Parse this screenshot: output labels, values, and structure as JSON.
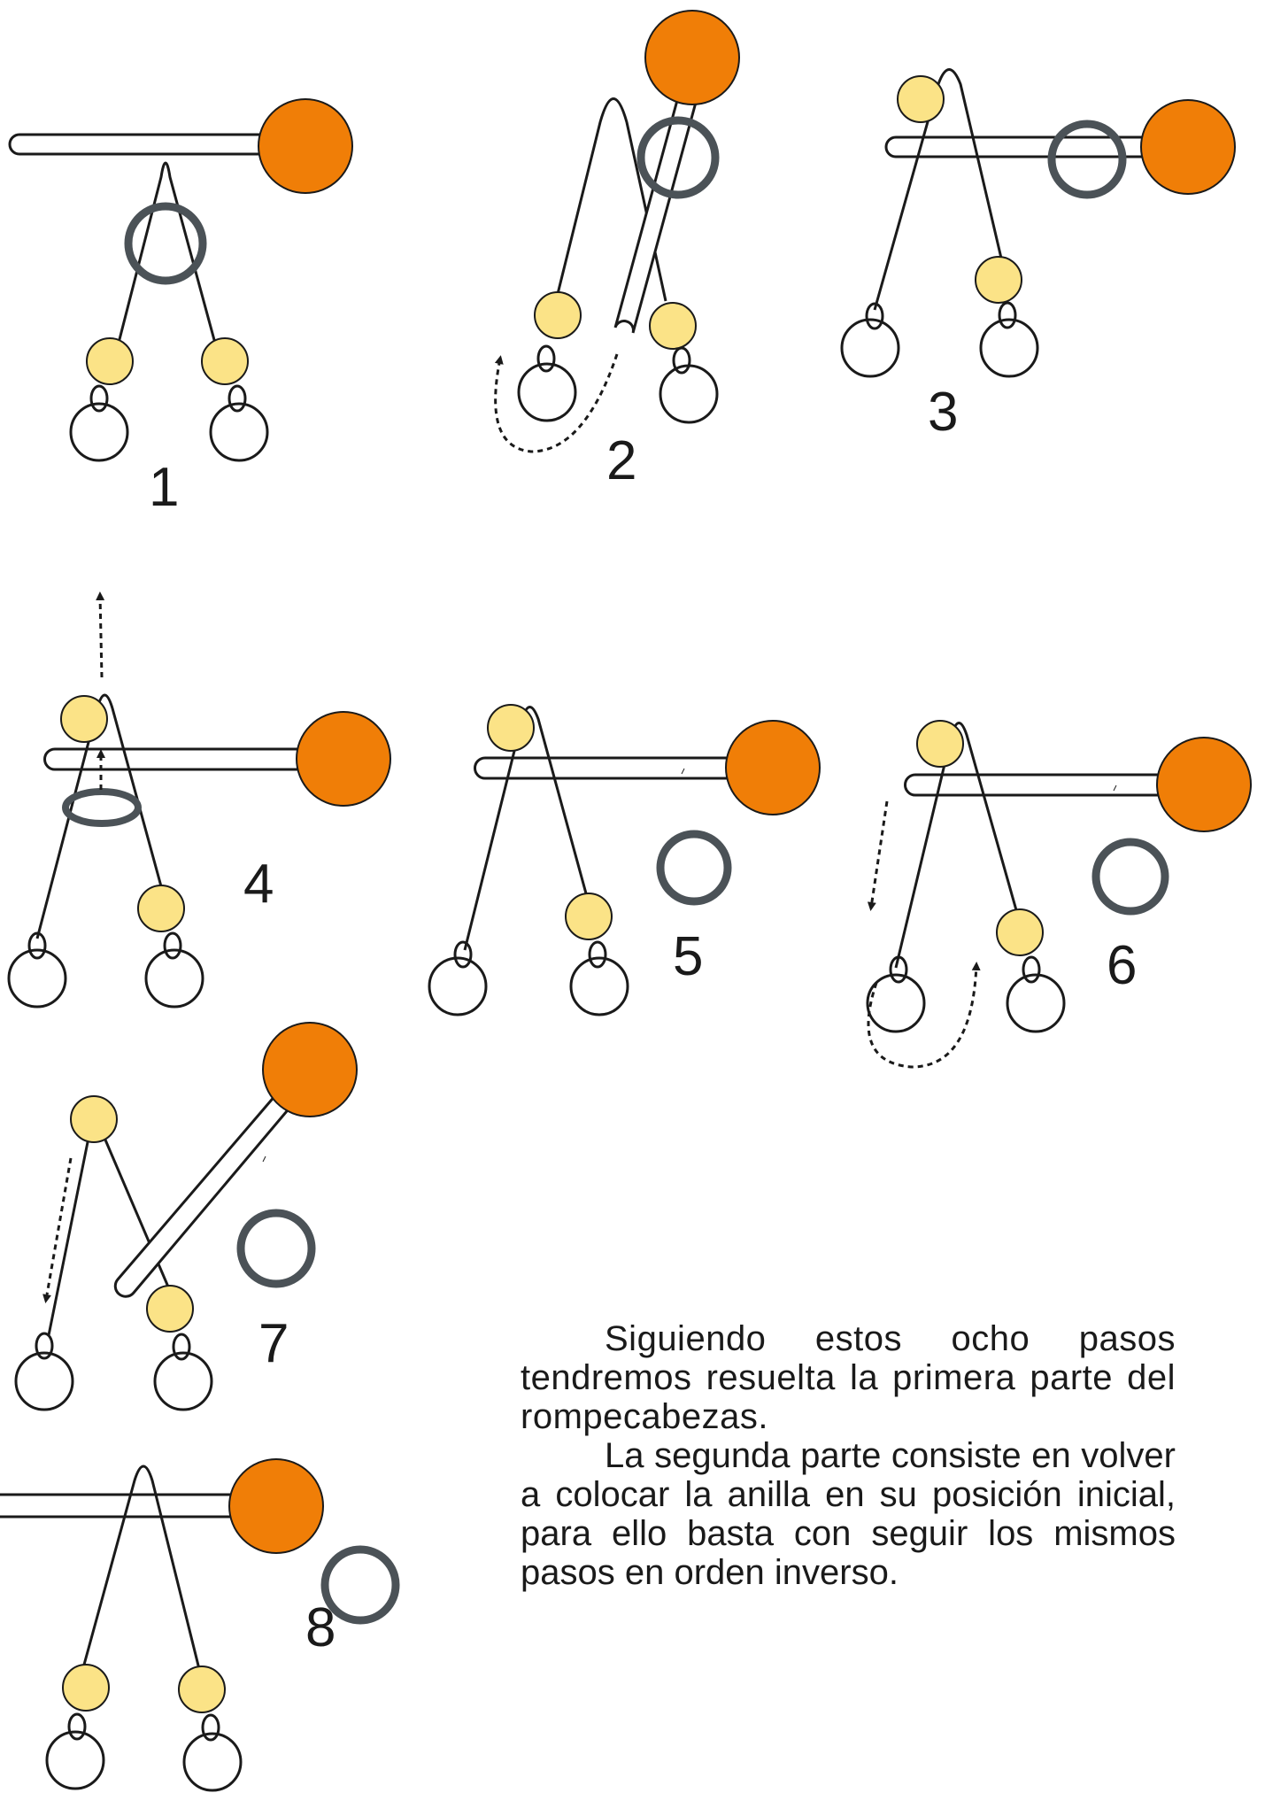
{
  "steps": [
    {
      "number": "1"
    },
    {
      "number": "2"
    },
    {
      "number": "3"
    },
    {
      "number": "4"
    },
    {
      "number": "5"
    },
    {
      "number": "6"
    },
    {
      "number": "7"
    },
    {
      "number": "8"
    }
  ],
  "caption": {
    "paragraph_1": "Siguiendo estos ocho pasos tendremos resuelta la primera parte del rompecabezas.",
    "paragraph_2": "La segunda parte consiste en volver a colocar la anilla en su posición inicial, para ello basta con seguir los mismos pasos en orden inverso."
  },
  "colors": {
    "ball": "#f07e07",
    "bead": "#fbe387",
    "ring": "#4b5257",
    "line": "#1a1a1a"
  }
}
